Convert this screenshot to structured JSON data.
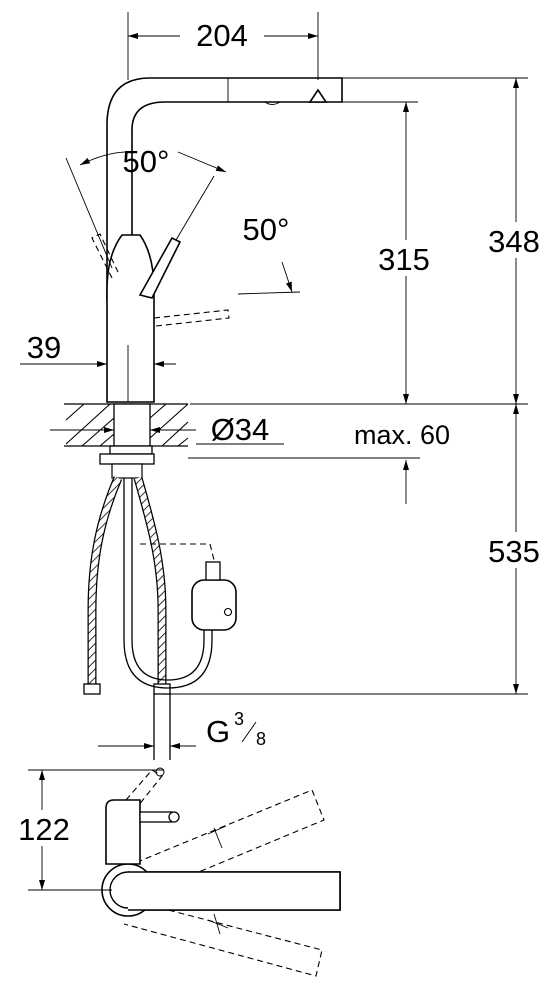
{
  "dimensions": {
    "spout_reach": "204",
    "height_total": "348",
    "spout_height": "315",
    "base_width": "39",
    "angle_left": "50°",
    "angle_right": "50°",
    "hole_diameter": "Ø34",
    "max_thickness": "max. 60",
    "below_counter": "535",
    "thread": "G",
    "thread_num": "3",
    "thread_den": "8",
    "swivel_offset": "122"
  }
}
